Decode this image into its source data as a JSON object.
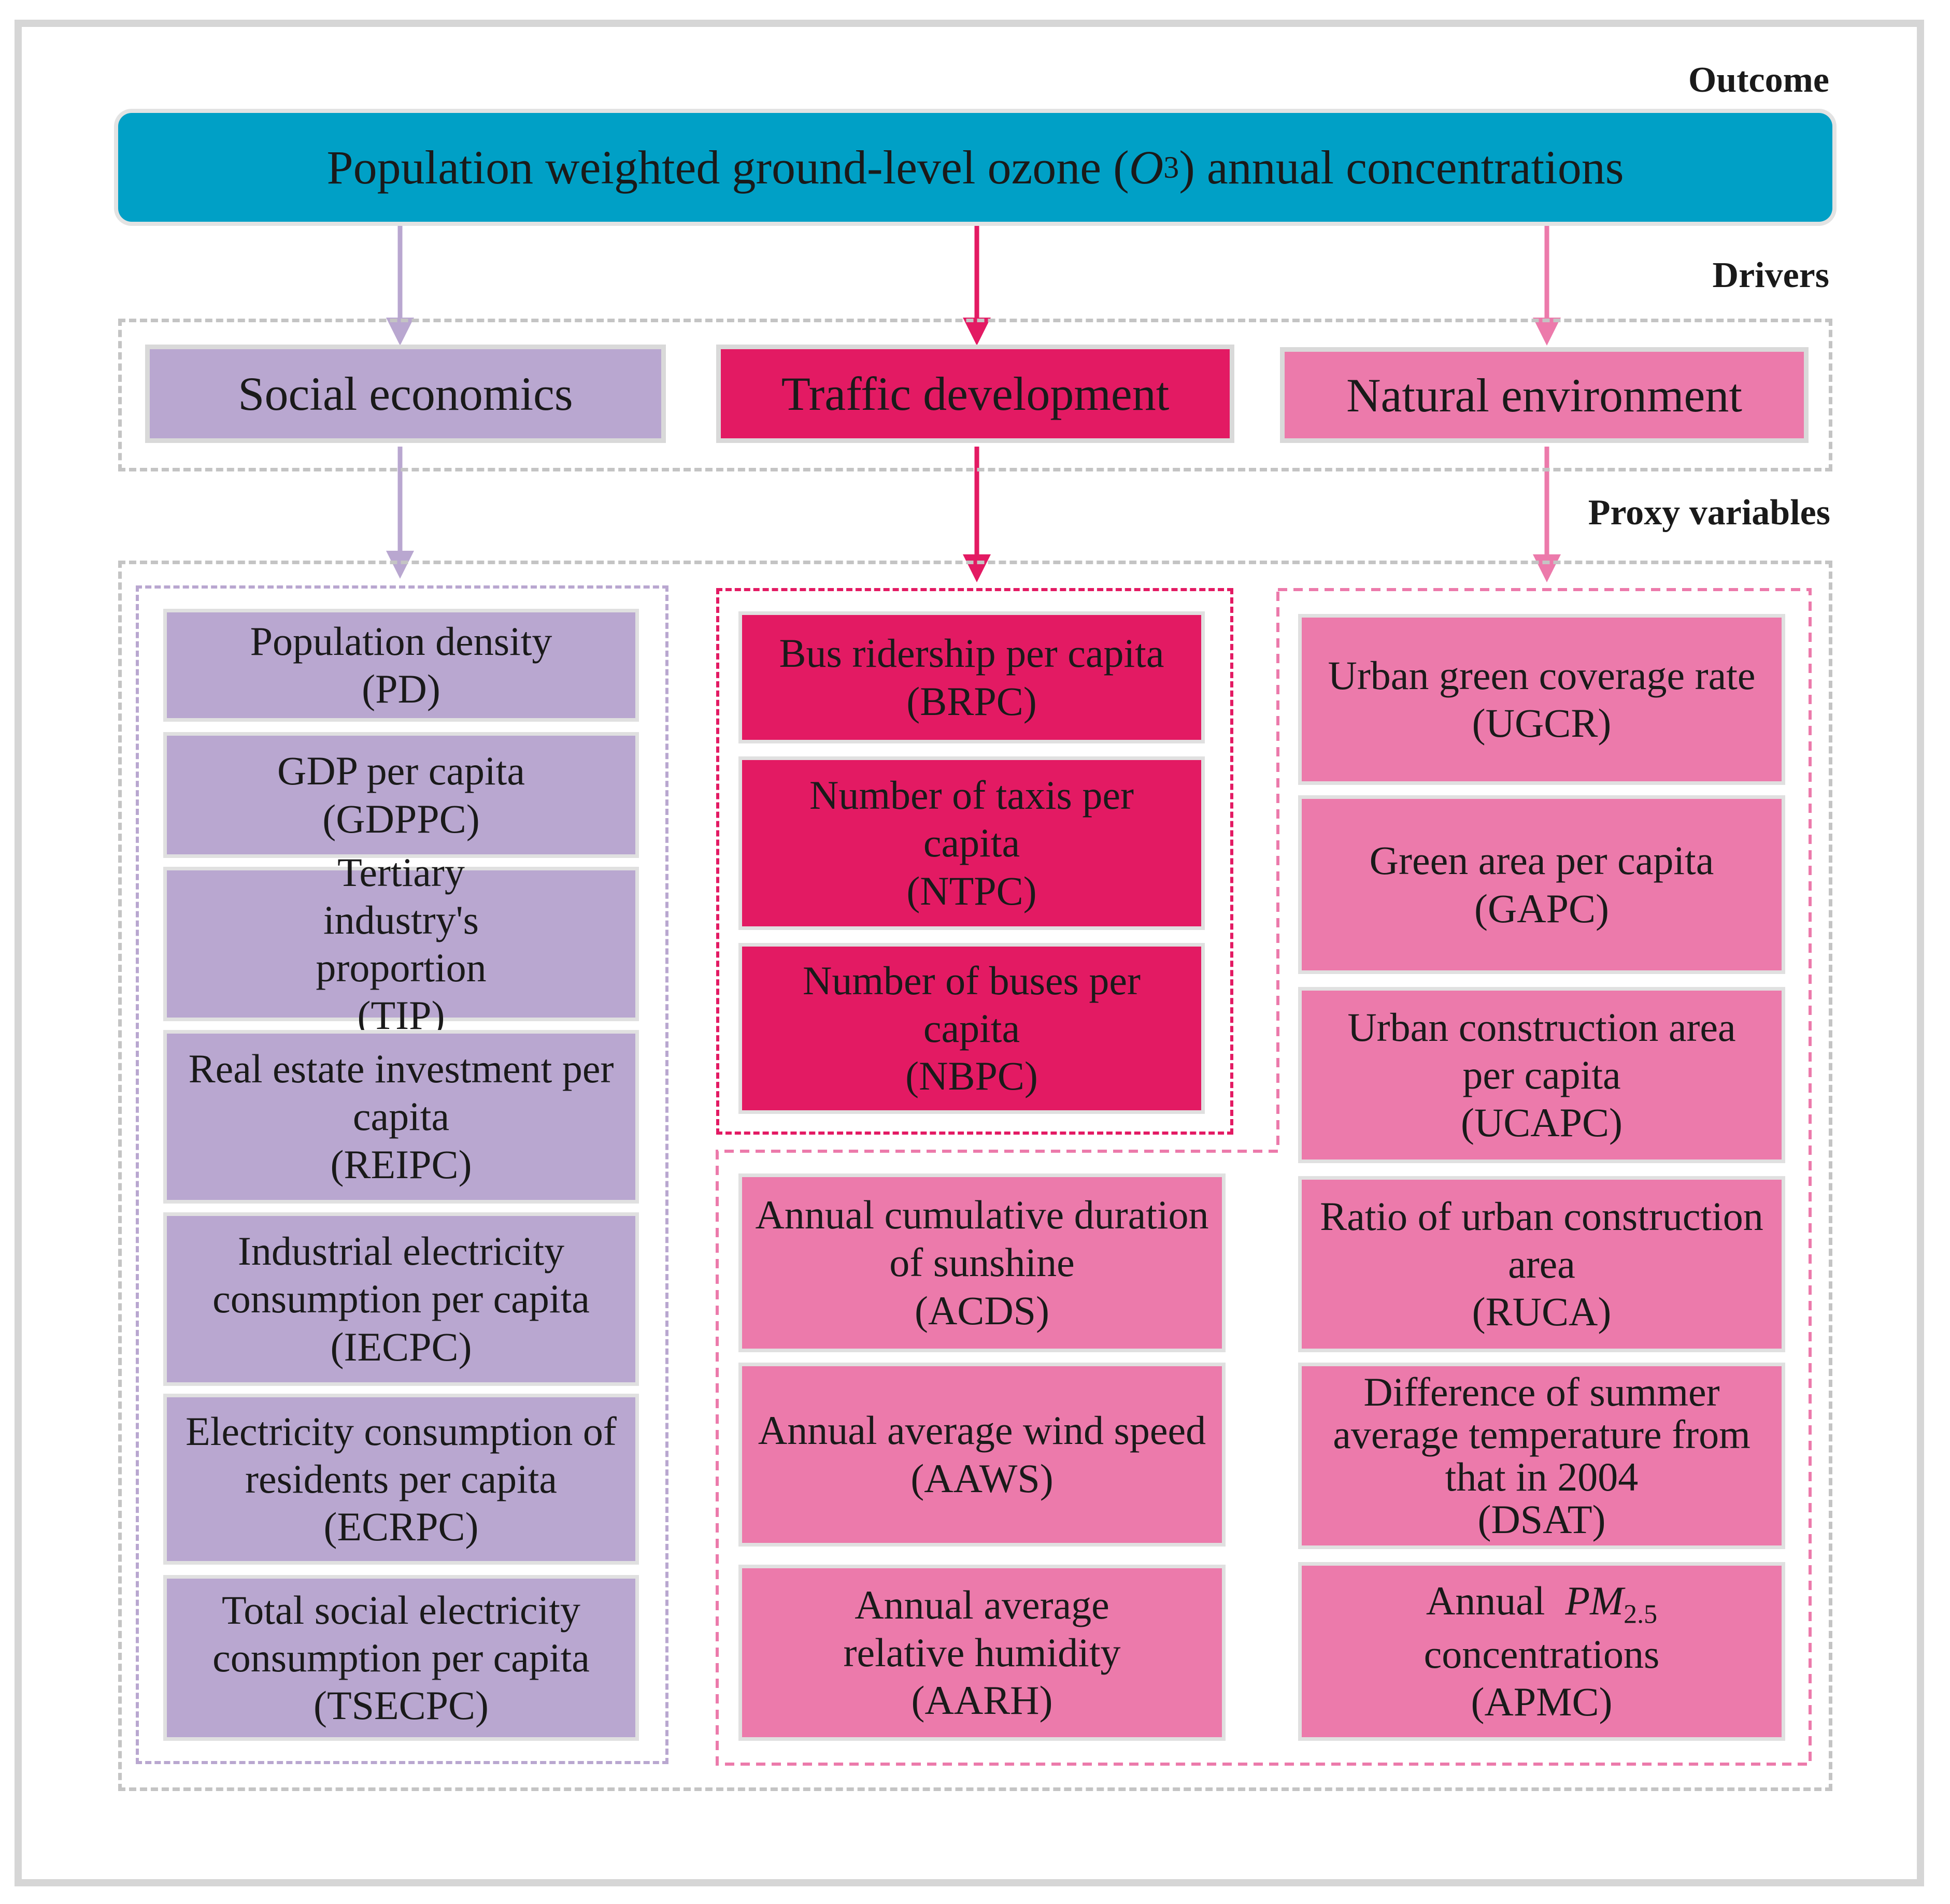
{
  "labels": {
    "outcome": "Outcome",
    "drivers": "Drivers",
    "proxy": "Proxy variables"
  },
  "outcome_box": {
    "before": "Population weighted ground-level ozone (",
    "symbol": "O",
    "subscript": "3",
    "after": ") annual concentrations"
  },
  "drivers": [
    {
      "label": "Social economics",
      "color": "#b9a7d0"
    },
    {
      "label": "Traffic development",
      "color": "#e31a63"
    },
    {
      "label": "Natural environment",
      "color": "#ec7aab"
    }
  ],
  "social": [
    {
      "name": "Population density",
      "abbr": "(PD)"
    },
    {
      "name": "GDP per capita",
      "abbr": "(GDPPC)"
    },
    {
      "name": "Tertiary industry's proportion",
      "abbr": "(TIP)"
    },
    {
      "name": "Real estate investment per capita",
      "abbr": "(REIPC)"
    },
    {
      "name": "Industrial electricity consumption per capita",
      "abbr": "(IECPC)"
    },
    {
      "name": "Electricity consumption of residents per capita",
      "abbr": "(ECRPC)"
    },
    {
      "name": "Total social electricity consumption per capita",
      "abbr": "(TSECPC)"
    }
  ],
  "traffic": [
    {
      "name": "Bus ridership per capita",
      "abbr": "(BRPC)"
    },
    {
      "name": "Number of taxis per capita",
      "abbr": "(NTPC)"
    },
    {
      "name": "Number of buses per capita",
      "abbr": "(NBPC)"
    }
  ],
  "natural_left": [
    {
      "name": "Annual cumulative duration of sunshine",
      "abbr": "(ACDS)"
    },
    {
      "name": "Annual average wind speed",
      "abbr": "(AAWS)"
    },
    {
      "name": "Annual average relative humidity",
      "abbr": "(AARH)"
    }
  ],
  "natural_right": [
    {
      "name": "Urban green coverage rate",
      "abbr": "(UGCR)"
    },
    {
      "name": "Green area per capita",
      "abbr": "(GAPC)"
    },
    {
      "name": "Urban construction area per capita",
      "abbr": "(UCAPC)"
    },
    {
      "name": "Ratio of urban construction area",
      "abbr": "(RUCA)"
    },
    {
      "name": "Difference of summer average temperature from that in 2004",
      "abbr": "(DSAT)"
    },
    {
      "name_prefix": "Annual",
      "symbol": "PM",
      "subscript": "2.5",
      "name_suffix": "concentrations",
      "abbr": "(APMC)"
    }
  ],
  "colors": {
    "outcome": "#00a0c6",
    "social": "#b9a7d0",
    "traffic": "#e31a63",
    "natural": "#ec7aab",
    "arrow_social": "#b9a7d0",
    "arrow_traffic": "#e31a63",
    "arrow_natural": "#ec7aab"
  }
}
